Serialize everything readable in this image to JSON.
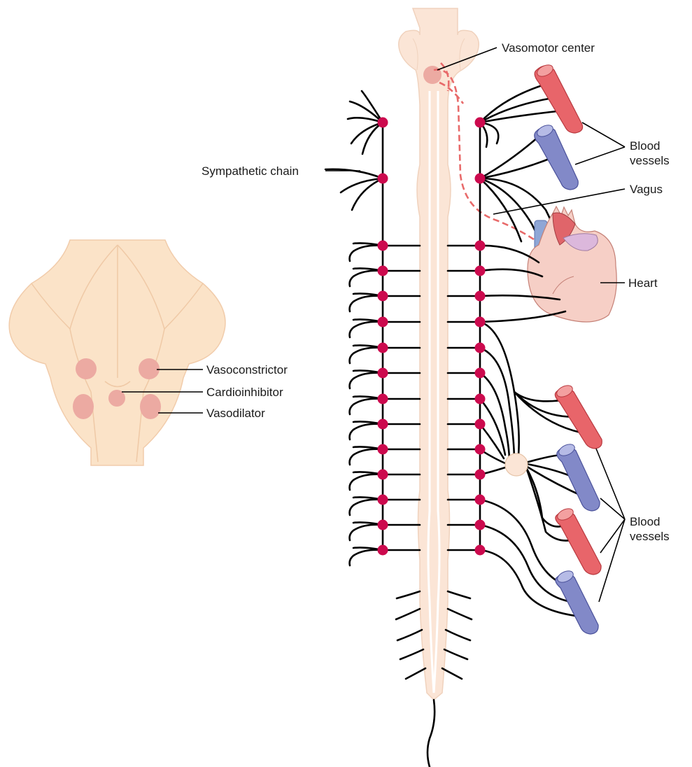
{
  "labels": {
    "vasomotor_center": "Vasomotor center",
    "blood_vessels_top": [
      "Blood",
      "vessels"
    ],
    "sympathetic_chain": "Sympathetic chain",
    "vagus": "Vagus",
    "heart": "Heart",
    "vasoconstrictor": "Vasoconstrictor",
    "cardioinhibitor": "Cardioinhibitor",
    "vasodilator": "Vasodilator",
    "blood_vessels_bottom": [
      "Blood",
      "vessels"
    ]
  },
  "colors": {
    "spinal_cord": "#fbe5d6",
    "brainstem": "#fbe3c8",
    "ganglion": "#cc0a4e",
    "center": "#ecaaa2",
    "artery": "#e8656a",
    "vein": "#8289c8",
    "vagus": "#e86a6a"
  },
  "icons": [
    "heart-icon",
    "artery-icon",
    "vein-icon",
    "brainstem-icon",
    "spinal-cord-icon"
  ]
}
